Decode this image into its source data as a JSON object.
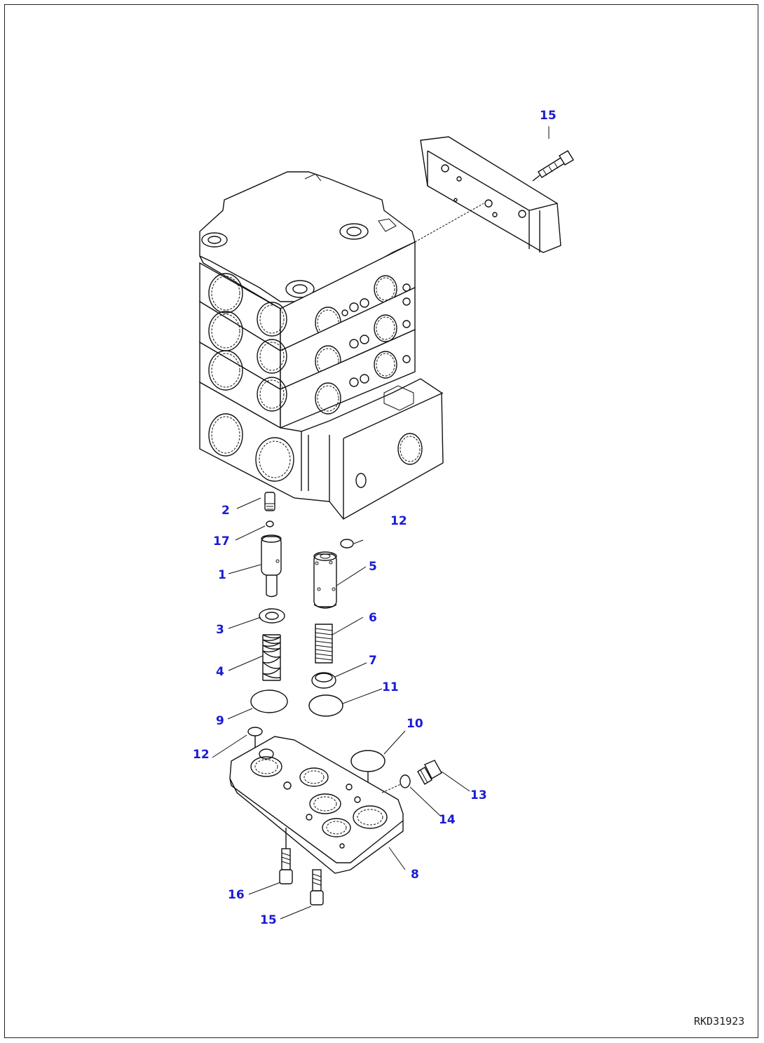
{
  "drawing": {
    "reference": "RKD31923",
    "line_color": "#111111",
    "callout_color": "#1a1ad6"
  },
  "callouts": [
    {
      "id": "c15a",
      "label": "15"
    },
    {
      "id": "c2",
      "label": "2"
    },
    {
      "id": "c17",
      "label": "17"
    },
    {
      "id": "c12a",
      "label": "12"
    },
    {
      "id": "c1",
      "label": "1"
    },
    {
      "id": "c5",
      "label": "5"
    },
    {
      "id": "c3",
      "label": "3"
    },
    {
      "id": "c6",
      "label": "6"
    },
    {
      "id": "c4",
      "label": "4"
    },
    {
      "id": "c7",
      "label": "7"
    },
    {
      "id": "c11",
      "label": "11"
    },
    {
      "id": "c9",
      "label": "9"
    },
    {
      "id": "c10",
      "label": "10"
    },
    {
      "id": "c12b",
      "label": "12"
    },
    {
      "id": "c13",
      "label": "13"
    },
    {
      "id": "c14",
      "label": "14"
    },
    {
      "id": "c8",
      "label": "8"
    },
    {
      "id": "c16",
      "label": "16"
    },
    {
      "id": "c15b",
      "label": "15"
    }
  ]
}
